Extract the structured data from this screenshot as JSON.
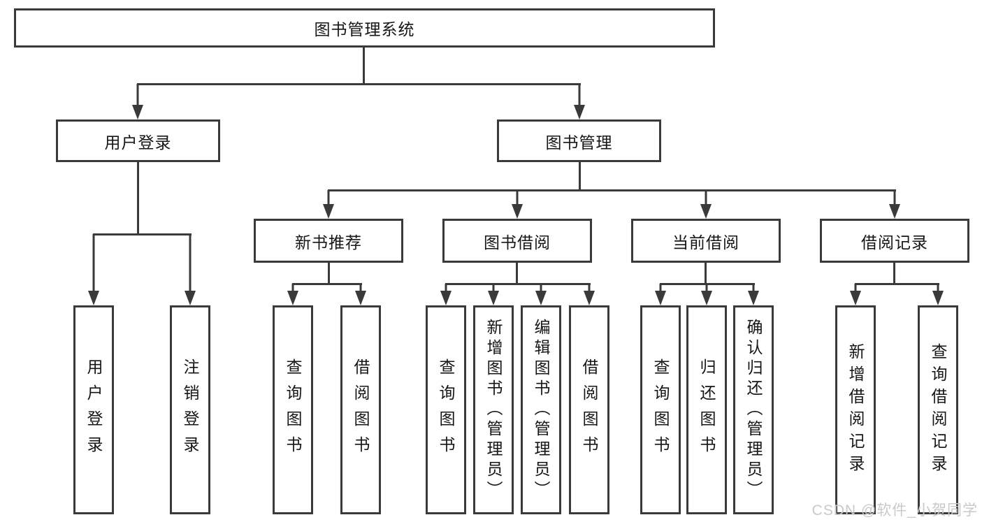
{
  "diagram_title": "图书管理系统",
  "colors": {
    "line": "#3a3a3a",
    "text": "#161616",
    "watermark": "#c9c9c9",
    "background": "#ffffff"
  },
  "watermark": {
    "text": "CSDN @软件_小贺同学"
  },
  "nodes": {
    "root": {
      "label": "图书管理系统",
      "children": [
        "user_login",
        "book_mgmt"
      ]
    },
    "user_login": {
      "label": "用户登录",
      "children": [
        "leaf_user_login",
        "leaf_logout"
      ]
    },
    "book_mgmt": {
      "label": "图书管理",
      "children": [
        "new_book_rec",
        "book_borrow",
        "current_borrow",
        "borrow_record"
      ]
    },
    "new_book_rec": {
      "label": "新书推荐",
      "children": [
        "leaf_query_book_1",
        "leaf_borrow_book_1"
      ]
    },
    "book_borrow": {
      "label": "图书借阅",
      "children": [
        "leaf_query_book_2",
        "leaf_add_book",
        "leaf_edit_book",
        "leaf_borrow_book_2"
      ]
    },
    "current_borrow": {
      "label": "当前借阅",
      "children": [
        "leaf_query_book_3",
        "leaf_return_book",
        "leaf_confirm_return"
      ]
    },
    "borrow_record": {
      "label": "借阅记录",
      "children": [
        "leaf_add_record",
        "leaf_query_record"
      ]
    },
    "leaf_user_login": {
      "label": "用户登录"
    },
    "leaf_logout": {
      "label": "注销登录"
    },
    "leaf_query_book_1": {
      "label": "查询图书"
    },
    "leaf_borrow_book_1": {
      "label": "借阅图书"
    },
    "leaf_query_book_2": {
      "label": "查询图书"
    },
    "leaf_add_book": {
      "label": "新增图书（管理员）"
    },
    "leaf_edit_book": {
      "label": "编辑图书（管理员）"
    },
    "leaf_borrow_book_2": {
      "label": "借阅图书"
    },
    "leaf_query_book_3": {
      "label": "查询图书"
    },
    "leaf_return_book": {
      "label": "归还图书"
    },
    "leaf_confirm_return": {
      "label": "确认归还（管理员）"
    },
    "leaf_add_record": {
      "label": "新增借阅记录"
    },
    "leaf_query_record": {
      "label": "查询借阅记录"
    }
  }
}
